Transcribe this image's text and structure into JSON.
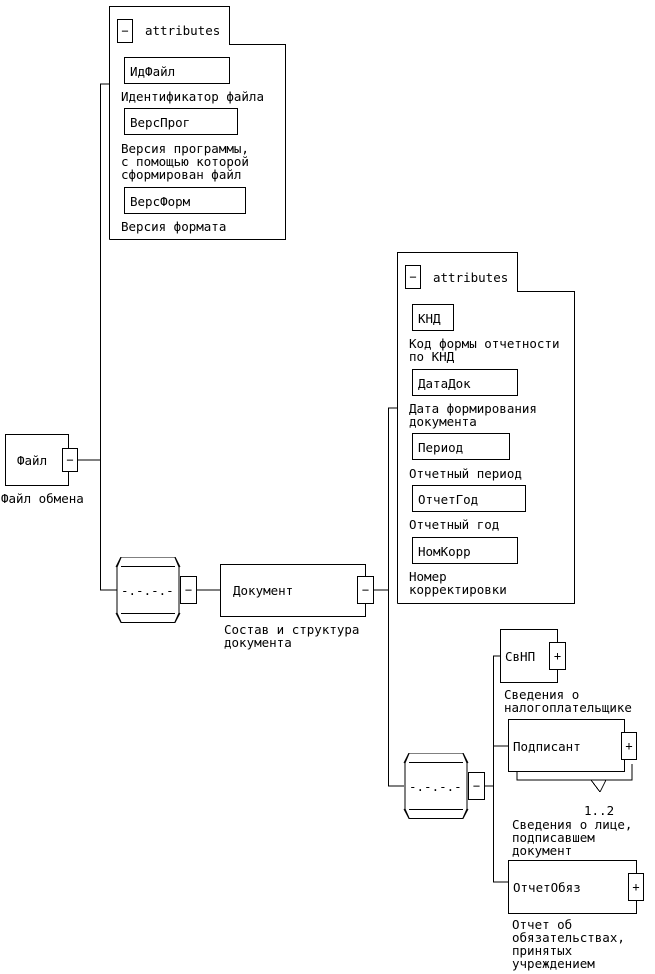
{
  "root": {
    "name": "Файл",
    "description": "Файл обмена",
    "toggle": "−"
  },
  "root_attributes": {
    "header": "attributes",
    "toggle": "−",
    "items": [
      {
        "name": "ИдФайл",
        "description": "Идентификатор файла"
      },
      {
        "name": "ВерсПрог",
        "description": "Версия программы,\nс помощью которой\nсформирован файл"
      },
      {
        "name": "ВерсФорм",
        "description": "Версия формата"
      }
    ]
  },
  "sequence_symbol": "-.-.-.-",
  "sequence_toggle": "−",
  "document": {
    "name": "Документ",
    "description": "Состав и структура\nдокумента",
    "toggle": "−"
  },
  "document_attributes": {
    "header": "attributes",
    "toggle": "−",
    "items": [
      {
        "name": "КНД",
        "description": "Код формы отчетности\nпо КНД"
      },
      {
        "name": "ДатаДок",
        "description": "Дата формирования\nдокумента"
      },
      {
        "name": "Период",
        "description": "Отчетный период"
      },
      {
        "name": "ОтчетГод",
        "description": "Отчетный год"
      },
      {
        "name": "НомКорр",
        "description": "Номер\nкорректировки"
      }
    ]
  },
  "children": [
    {
      "name": "СвНП",
      "description": "Сведения о\nналогоплательщике",
      "toggle": "+"
    },
    {
      "name": "Подписант",
      "description": "Сведения о лице,\nподписавшем\nдокумент",
      "toggle": "+",
      "cardinality": "1..2"
    },
    {
      "name": "ОтчетОбяз",
      "description": "Отчет об\nобязательствах,\nпринятых\nучреждением",
      "toggle": "+"
    }
  ]
}
